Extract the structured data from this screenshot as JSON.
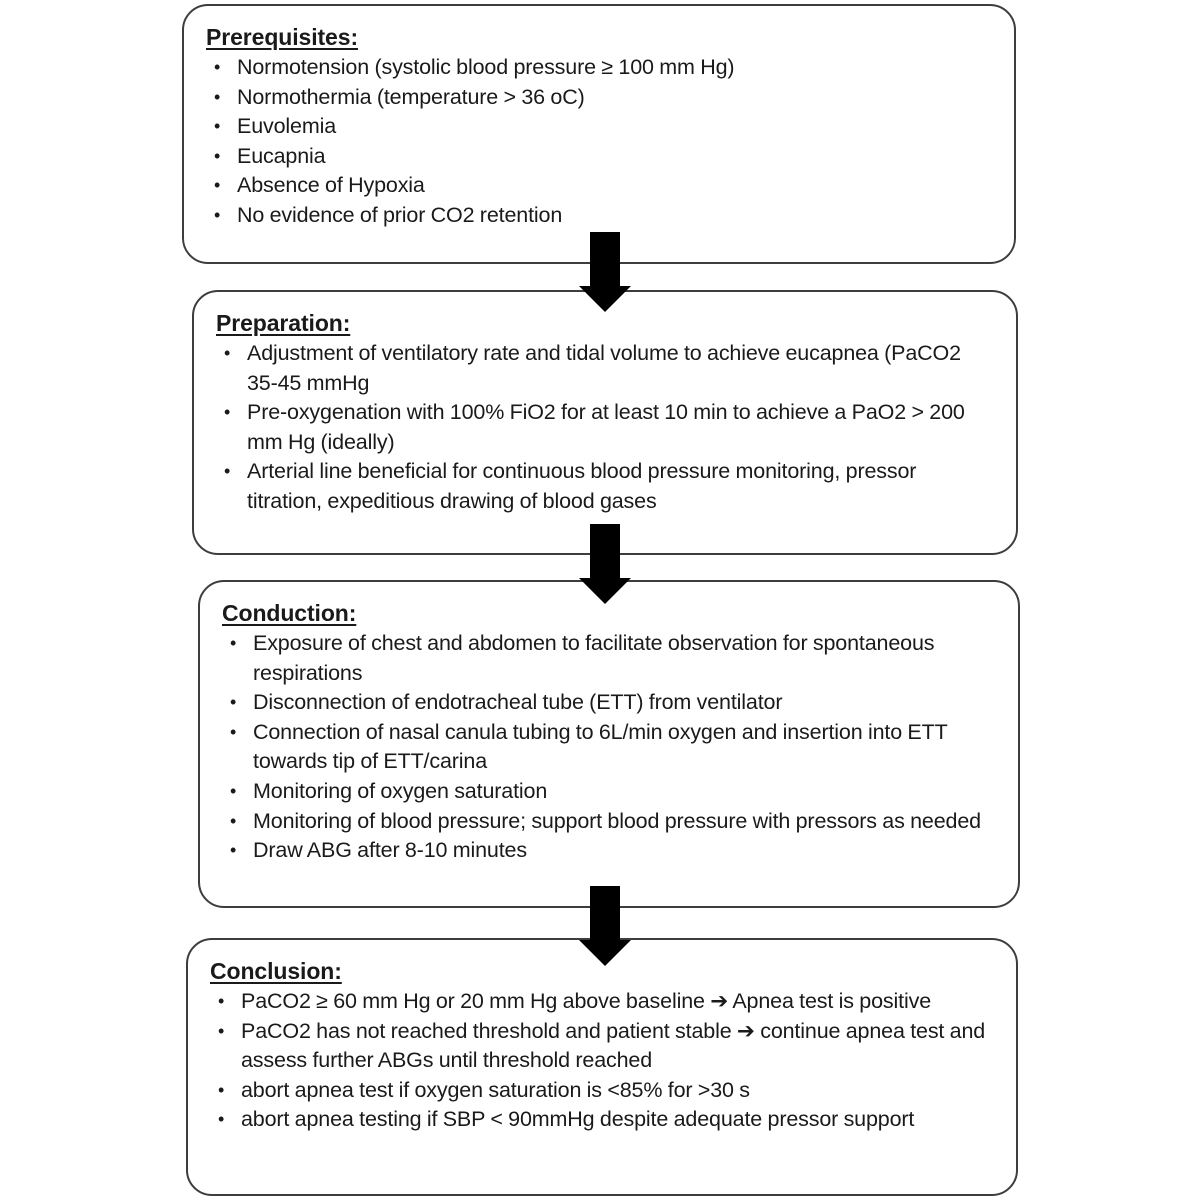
{
  "diagram": {
    "title": "Apnea Test Protocol Flowchart",
    "type": "flowchart",
    "orientation": "vertical",
    "colors": {
      "box_border": "#3d3d3d",
      "box_fill": "#ffffff",
      "arrow": "#000000",
      "text": "#1a1a1a"
    },
    "nodes": [
      {
        "id": "prerequisites",
        "title": "Prerequisites:",
        "items": [
          "Normotension (systolic blood pressure ≥ 100 mm Hg)",
          "Normothermia (temperature > 36 oC)",
          "Euvolemia",
          "Eucapnia",
          "Absence of Hypoxia",
          "No evidence of prior CO2 retention"
        ]
      },
      {
        "id": "preparation",
        "title": "Preparation:",
        "items": [
          "Adjustment of ventilatory rate and tidal volume to achieve eucapnea (PaCO2 35-45 mmHg",
          "Pre-oxygenation with 100% FiO2 for at least 10 min to achieve a PaO2 > 200 mm Hg (ideally)",
          "Arterial line beneficial for continuous blood pressure monitoring, pressor titration, expeditious drawing of blood gases"
        ]
      },
      {
        "id": "conduction",
        "title": "Conduction:",
        "items": [
          "Exposure of chest and abdomen to facilitate observation for spontaneous respirations",
          "Disconnection of endotracheal tube (ETT) from ventilator",
          "Connection of nasal canula tubing to 6L/min oxygen and insertion into ETT towards tip of ETT/carina",
          "Monitoring of oxygen saturation",
          "Monitoring of blood pressure; support blood pressure with pressors as needed",
          "Draw ABG after 8-10 minutes"
        ]
      },
      {
        "id": "conclusion",
        "title": "Conclusion:",
        "items": [
          "PaCO2 ≥ 60 mm Hg or 20 mm Hg above baseline ➔ Apnea test is positive",
          "PaCO2 has not reached threshold and patient stable ➔ continue apnea test and assess further ABGs until threshold reached",
          "abort apnea test if oxygen saturation is <85% for >30 s",
          "abort apnea testing if SBP < 90mmHg despite adequate pressor support"
        ]
      }
    ],
    "connectors": [
      {
        "id": "arrow-1",
        "from": "prerequisites",
        "to": "preparation",
        "shape": "down-block-arrow"
      },
      {
        "id": "arrow-2",
        "from": "preparation",
        "to": "conduction",
        "shape": "down-block-arrow"
      },
      {
        "id": "arrow-3",
        "from": "conduction",
        "to": "conclusion",
        "shape": "down-block-arrow"
      }
    ]
  }
}
